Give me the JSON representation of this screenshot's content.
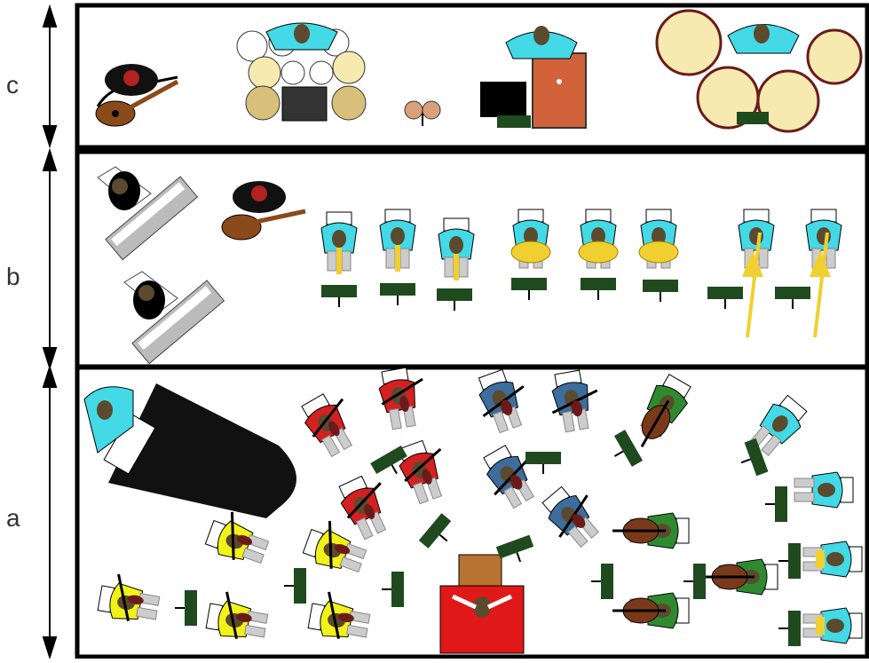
{
  "zones": [
    {
      "id": "c",
      "label": "c"
    },
    {
      "id": "b",
      "label": "b"
    },
    {
      "id": "a",
      "label": "a"
    }
  ],
  "colors": {
    "frame": "#000000",
    "skin": "#5b4a2e",
    "strings_red": "#d42020",
    "strings_yellow": "#f2f21a",
    "strings_blue": "#3d6d9c",
    "brass_cyan": "#43d9e6",
    "bass_green": "#2f8a2f",
    "conductor_podium": "#e01818",
    "stand": "#1e4a1e",
    "brass_gold": "#f0d030",
    "drum_head": "#f7eab0",
    "timpani_rim": "#6b1a1a",
    "piano": "#111111",
    "guitar": "#8a4a1a"
  },
  "icons": [
    "guitarist-icon",
    "drum-kit-icon",
    "bongo-icon",
    "bass-drum-icon",
    "timpani-icon",
    "keyboard-icon",
    "trumpet-player-icon",
    "trombone-player-icon",
    "grand-piano-icon",
    "violin-player-icon",
    "viola-player-icon",
    "cello-player-icon",
    "conductor-icon",
    "music-stand-icon",
    "horn-player-icon"
  ]
}
